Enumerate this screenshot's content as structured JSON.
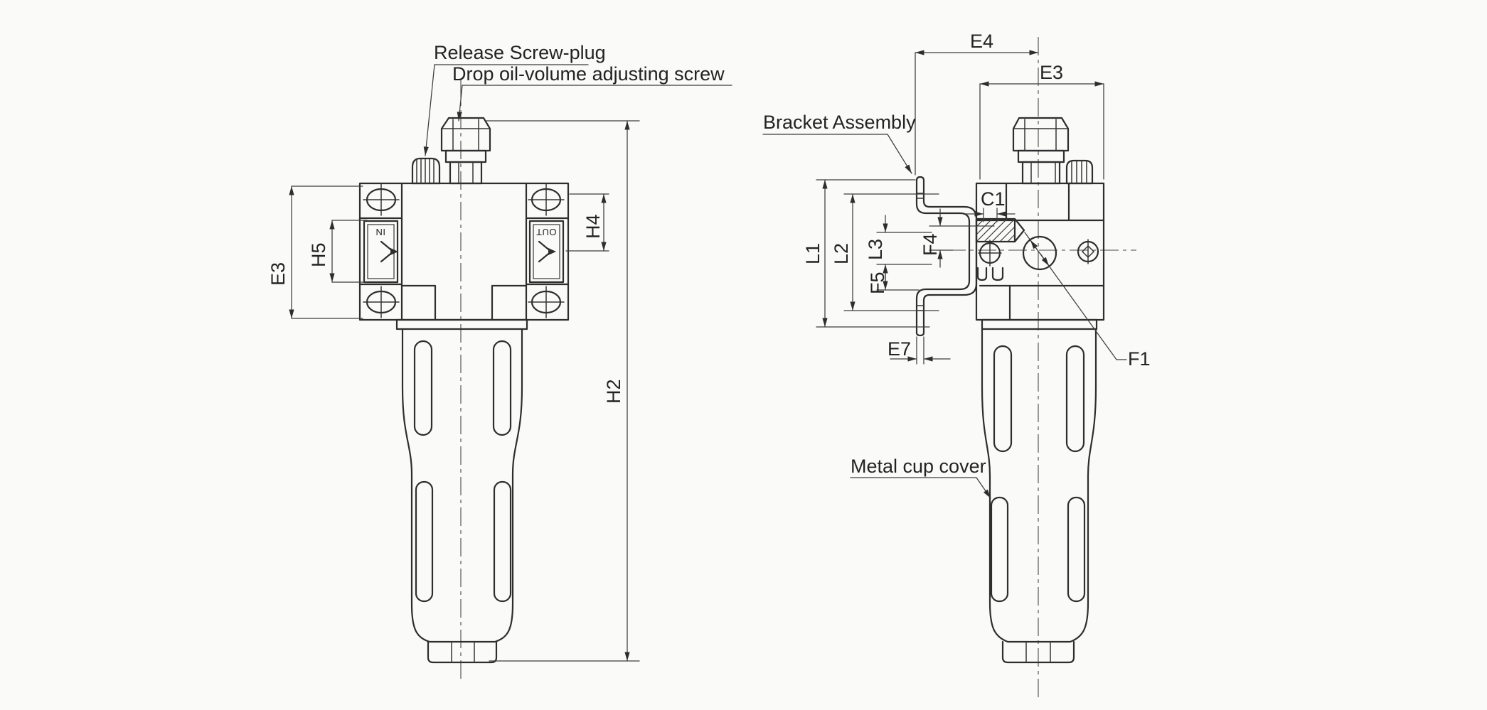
{
  "colors": {
    "background": "#fafaf9",
    "ink": "#2e2e2e"
  },
  "callouts": {
    "release_screw_plug": "Release Screw-plug",
    "drop_oil_volume": "Drop oil-volume adjusting screw",
    "bracket_assembly": "Bracket Assembly",
    "metal_cup_cover": "Metal cup cover"
  },
  "front_view": {
    "ports": {
      "in": "IN",
      "out": "OUT"
    },
    "dims": {
      "e3": "E3",
      "h5": "H5",
      "h4": "H4",
      "h2": "H2"
    }
  },
  "side_view": {
    "dims": {
      "e4": "E4",
      "e3": "E3",
      "c1": "C1",
      "l1": "L1",
      "l2": "L2",
      "l3": "L3",
      "f4": "F4",
      "f5": "F5",
      "e7": "E7",
      "f1": "F1"
    }
  }
}
